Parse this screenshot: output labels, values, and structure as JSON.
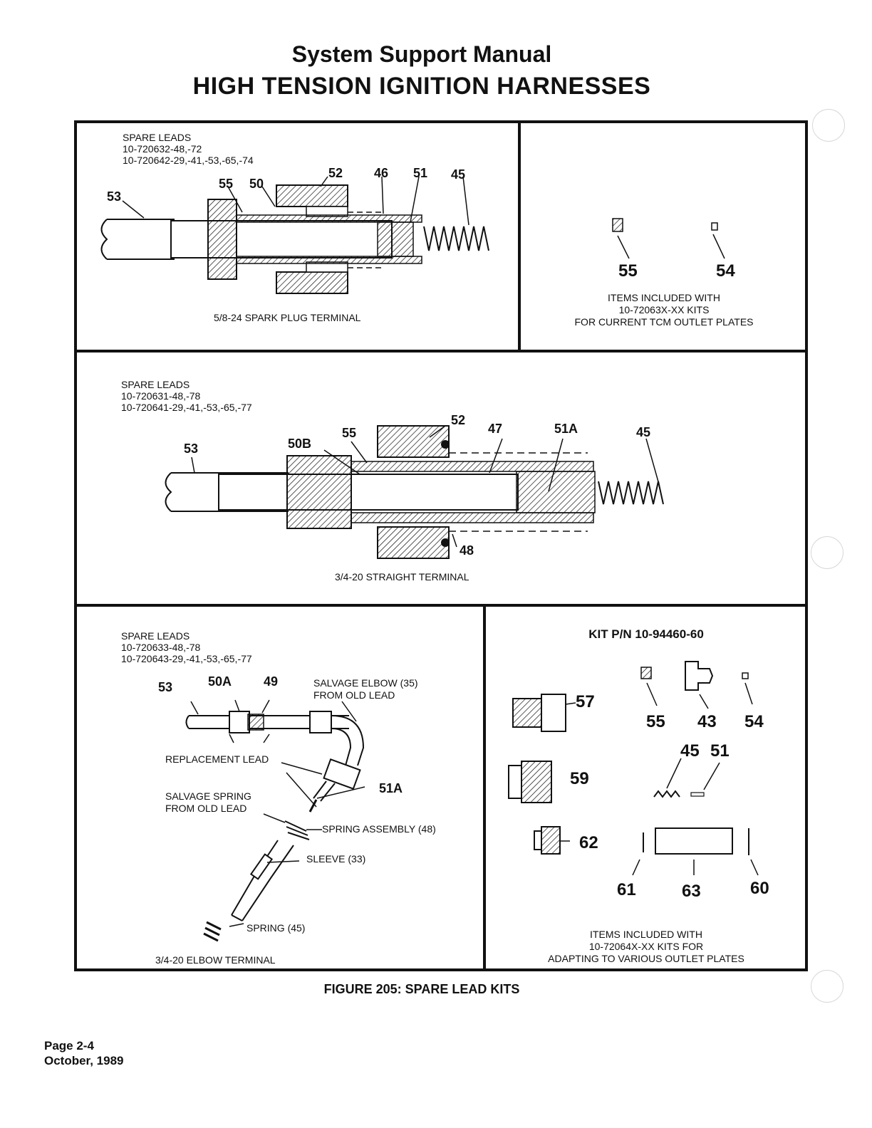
{
  "header": {
    "title_line1": "System Support Manual",
    "title_line2": "HIGH TENSION IGNITION HARNESSES"
  },
  "panel_top_left": {
    "spare_leads": "SPARE LEADS\n10-720632-48,-72\n10-720642-29,-41,-53,-65,-74",
    "caption": "5/8-24 SPARK PLUG TERMINAL",
    "callouts": [
      "53",
      "55",
      "50",
      "52",
      "46",
      "51",
      "45"
    ]
  },
  "panel_top_right": {
    "callouts": [
      "55",
      "54"
    ],
    "caption": "ITEMS INCLUDED WITH\n10-72063X-XX KITS\nFOR CURRENT TCM OUTLET PLATES"
  },
  "panel_middle": {
    "spare_leads": "SPARE LEADS\n10-720631-48,-78\n10-720641-29,-41,-53,-65,-77",
    "caption": "3/4-20 STRAIGHT TERMINAL",
    "callouts": [
      "53",
      "50B",
      "55",
      "52",
      "47",
      "51A",
      "45",
      "48"
    ]
  },
  "panel_bottom_left": {
    "spare_leads": "SPARE LEADS\n10-720633-48,-78\n10-720643-29,-41,-53,-65,-77",
    "caption": "3/4-20 ELBOW TERMINAL",
    "callouts": [
      "53",
      "50A",
      "49",
      "51A"
    ],
    "labels": {
      "salvage_elbow": "SALVAGE ELBOW (35)\nFROM OLD LEAD",
      "replacement_lead": "REPLACEMENT LEAD",
      "salvage_spring": "SALVAGE SPRING\nFROM OLD LEAD",
      "spring_assembly": "SPRING ASSEMBLY (48)",
      "sleeve": "SLEEVE (33)",
      "spring": "SPRING (45)"
    }
  },
  "panel_bottom_right": {
    "kit": "KIT P/N 10-94460-60",
    "callouts": [
      "55",
      "43",
      "54",
      "57",
      "45",
      "51",
      "59",
      "62",
      "61",
      "63",
      "60"
    ],
    "caption": "ITEMS INCLUDED WITH\n10-72064X-XX KITS FOR\nADAPTING TO VARIOUS OUTLET PLATES"
  },
  "figure_caption": "FIGURE 205: SPARE LEAD KITS",
  "footer": {
    "page": "Page 2-4",
    "date": "October, 1989"
  }
}
